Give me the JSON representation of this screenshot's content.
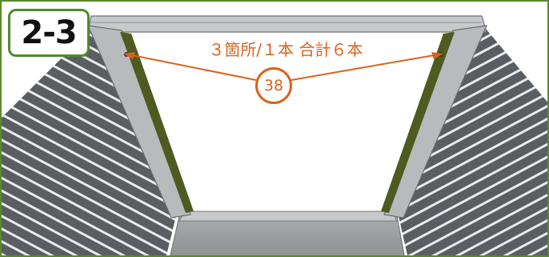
{
  "step": {
    "label": "2-3"
  },
  "callout": {
    "text": "３箇所/１本 合計６本"
  },
  "part": {
    "number": "38"
  },
  "colors": {
    "accent": "#d9631c",
    "badge_border": "#4f8a2b",
    "frame_border": "#5b8a2e",
    "wall": "#5b5f63",
    "frame_metal": "#b5b8ba",
    "floor": "#9da0a3",
    "rubber_strip": "#4e5a1f"
  }
}
